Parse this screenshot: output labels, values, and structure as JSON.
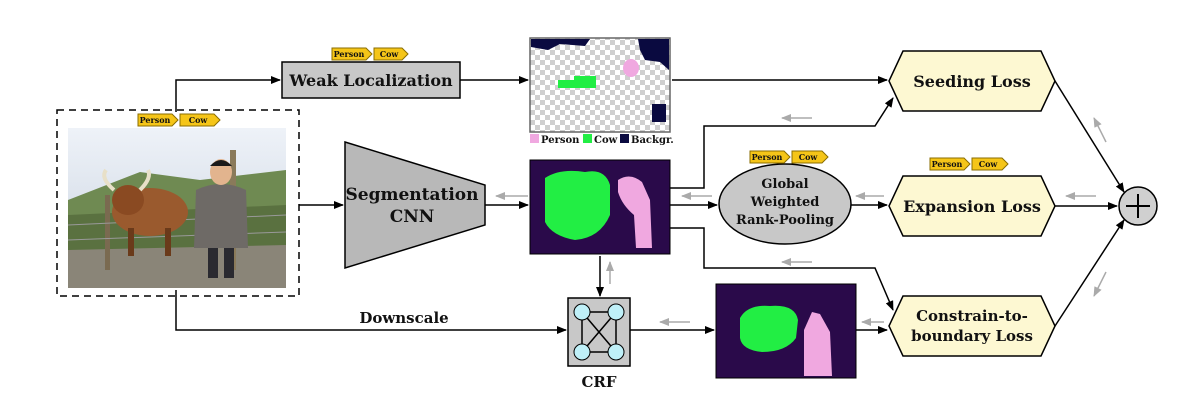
{
  "tags": {
    "person": "Person",
    "cow": "Cow"
  },
  "nodes": {
    "weak_localization": "Weak Localization",
    "segmentation_cnn": [
      "Segmentation",
      "CNN"
    ],
    "global_pooling": [
      "Global",
      "Weighted",
      "Rank-Pooling"
    ],
    "seeding_loss": "Seeding Loss",
    "expansion_loss": "Expansion Loss",
    "constrain_loss": [
      "Constrain-to-",
      "boundary Loss"
    ],
    "crf": "CRF",
    "downscale": "Downscale"
  },
  "legend": {
    "person": "Person",
    "cow": "Cow",
    "background": "Backgr."
  },
  "colors": {
    "tag_fill": "#f5c518",
    "tag_stroke": "#8a6d00",
    "loss_fill": "#fdf8d2",
    "node_gray": "#c8c8c8",
    "cnn_gray": "#b8b8b8",
    "mask_bg": "#2a0a4a",
    "person_pink": "#f0a8e0",
    "cow_green": "#22ee44",
    "background_navy": "#0a0a40",
    "back_arrow": "#aaaaaa"
  }
}
